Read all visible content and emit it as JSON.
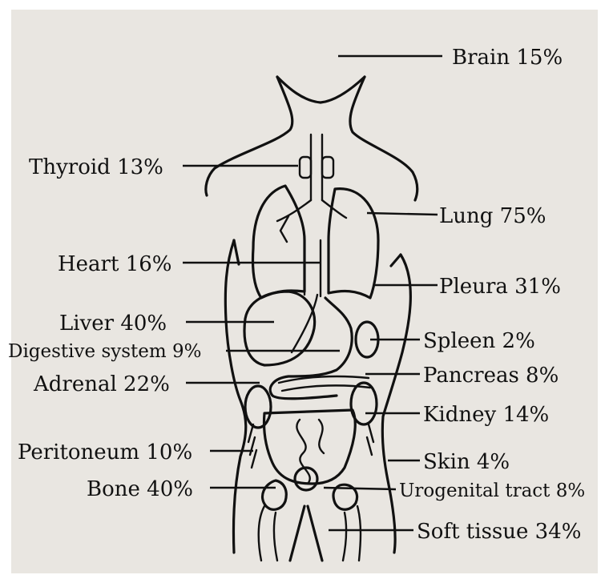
{
  "colors": {
    "background": "#e9e6e1",
    "frame": "#ffffff",
    "ink": "#111111"
  },
  "labels": {
    "brain": "Brain 15%",
    "thyroid": "Thyroid 13%",
    "lung": "Lung 75%",
    "heart": "Heart 16%",
    "pleura": "Pleura 31%",
    "liver": "Liver 40%",
    "spleen": "Spleen 2%",
    "digestive": "Digestive system 9%",
    "pancreas": "Pancreas 8%",
    "adrenal": "Adrenal 22%",
    "kidney": "Kidney 14%",
    "peritoneum": "Peritoneum 10%",
    "skin": "Skin 4%",
    "bone": "Bone 40%",
    "urogenital": "Urogenital tract 8%",
    "soft_tissue": "Soft tissue 34%"
  }
}
